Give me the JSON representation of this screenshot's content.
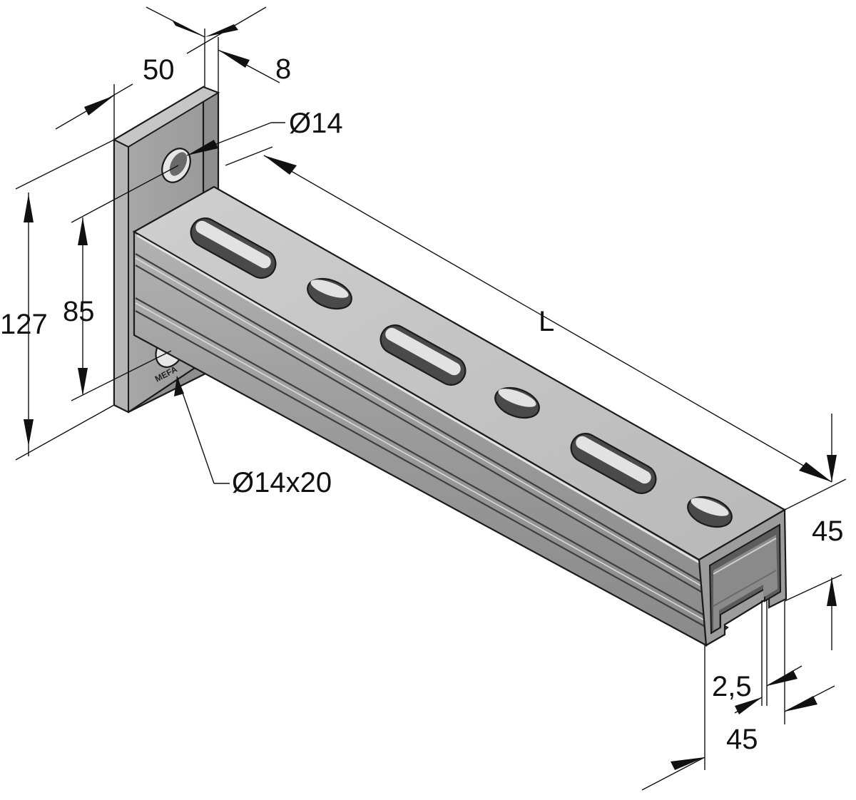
{
  "drawing": {
    "brand_logo": "MEFA",
    "dimensions": {
      "plate_width": "50",
      "plate_thickness": "8",
      "hole_diameter": "Ø14",
      "slot_size": "Ø14x20",
      "plate_height": "127",
      "hole_spacing": "85",
      "arm_length": "L",
      "channel_height": "45",
      "channel_width": "45",
      "wall_thickness": "2,5"
    },
    "colors": {
      "metal_top": "#c4c4c4",
      "metal_side": "#a8a8a8",
      "metal_dark": "#5a5a5a",
      "line": "#111111"
    }
  }
}
